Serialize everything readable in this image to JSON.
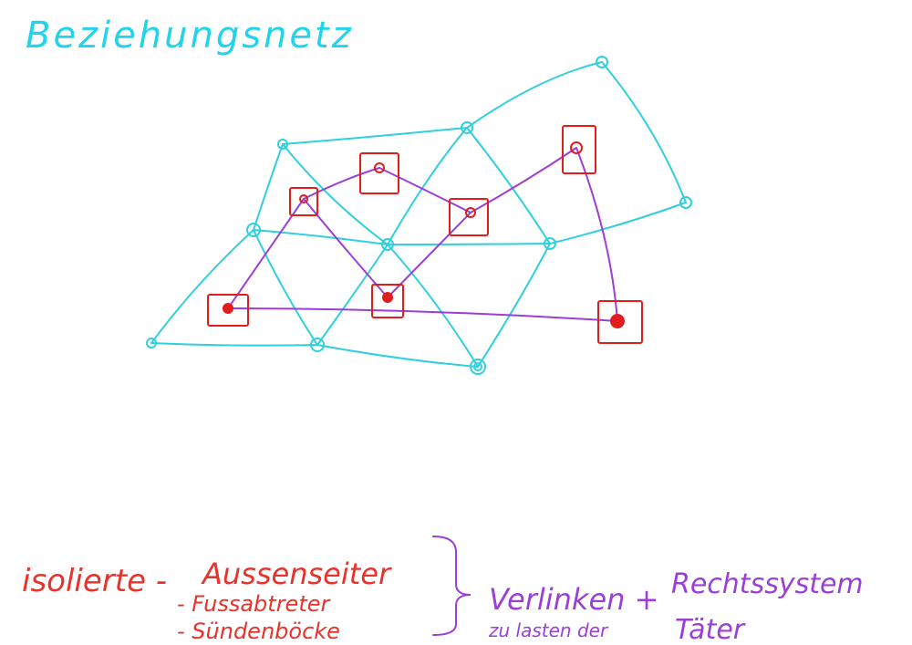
{
  "title": "Beziehungsnetz",
  "colors": {
    "title": "#22d3ee",
    "network": "#2fd0dc",
    "isolated": "#e11d1d",
    "links": "#9b3fd6",
    "annotation_red": "#e8322b",
    "annotation_purple": "#9b3fd6",
    "background": "#ffffff"
  },
  "legend": {
    "main_label": "isolierte -",
    "items": [
      "Aussenseiter",
      "- Fussabtreter",
      "- Sündenböcke"
    ],
    "action": "Verlinken +",
    "action_right": "Rechtssystem",
    "note": "zu lasten der",
    "note_right": "Täter"
  }
}
